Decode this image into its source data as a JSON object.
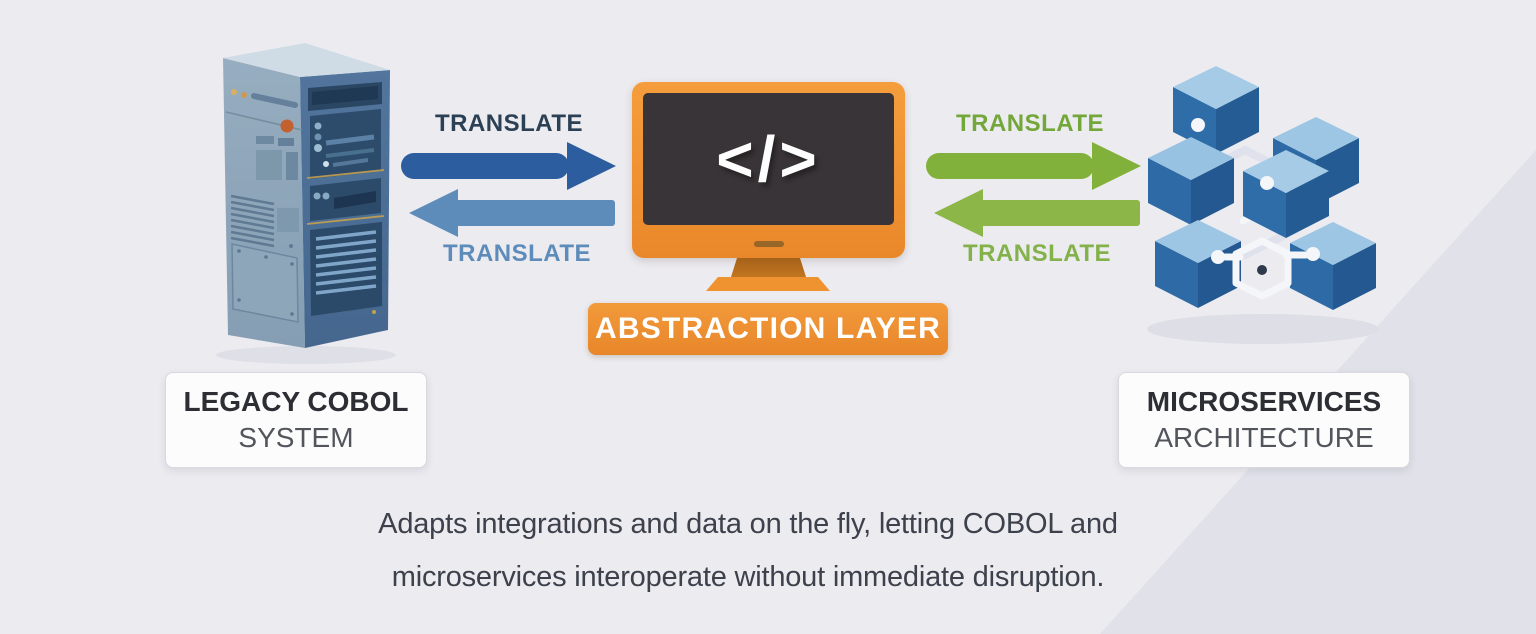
{
  "nodes": {
    "legacy": {
      "icon": "server-tower-icon",
      "line1": "LEGACY COBOL",
      "line2": "SYSTEM"
    },
    "abstraction": {
      "icon": "code-monitor-icon",
      "code_glyph": "</>",
      "banner": "ABSTRACTION LAYER"
    },
    "microservices": {
      "icon": "microservices-cubes-icon",
      "line1": "MICROSERVICES",
      "line2": "ARCHITECTURE"
    }
  },
  "arrows": {
    "cobol_to_abstraction": {
      "label": "TRANSLATE",
      "direction": "right",
      "color": "#2c5d9e"
    },
    "abstraction_to_cobol": {
      "label": "TRANSLATE",
      "direction": "left",
      "color": "#5d8cba"
    },
    "abstraction_to_microservices": {
      "label": "TRANSLATE",
      "direction": "right",
      "color": "#82b13b"
    },
    "microservices_to_abstraction": {
      "label": "TRANSLATE",
      "direction": "left",
      "color": "#8cb748"
    }
  },
  "caption": {
    "line1": "Adapts integrations and data on the fly, letting COBOL and",
    "line2": "microservices interoperate without immediate disruption."
  },
  "colors": {
    "background": "#ecebf0",
    "accent_orange": "#ef9330",
    "arrow_blue_dark": "#2c5d9e",
    "arrow_blue_light": "#5d8cba",
    "arrow_green_dark": "#82b13b",
    "arrow_green_light": "#8cb748",
    "cube_top": "#9dc6e4",
    "cube_left": "#2e6ba6",
    "cube_right": "#245b92",
    "card_text_dark": "#2d2e33",
    "card_text_light": "#53555c"
  }
}
